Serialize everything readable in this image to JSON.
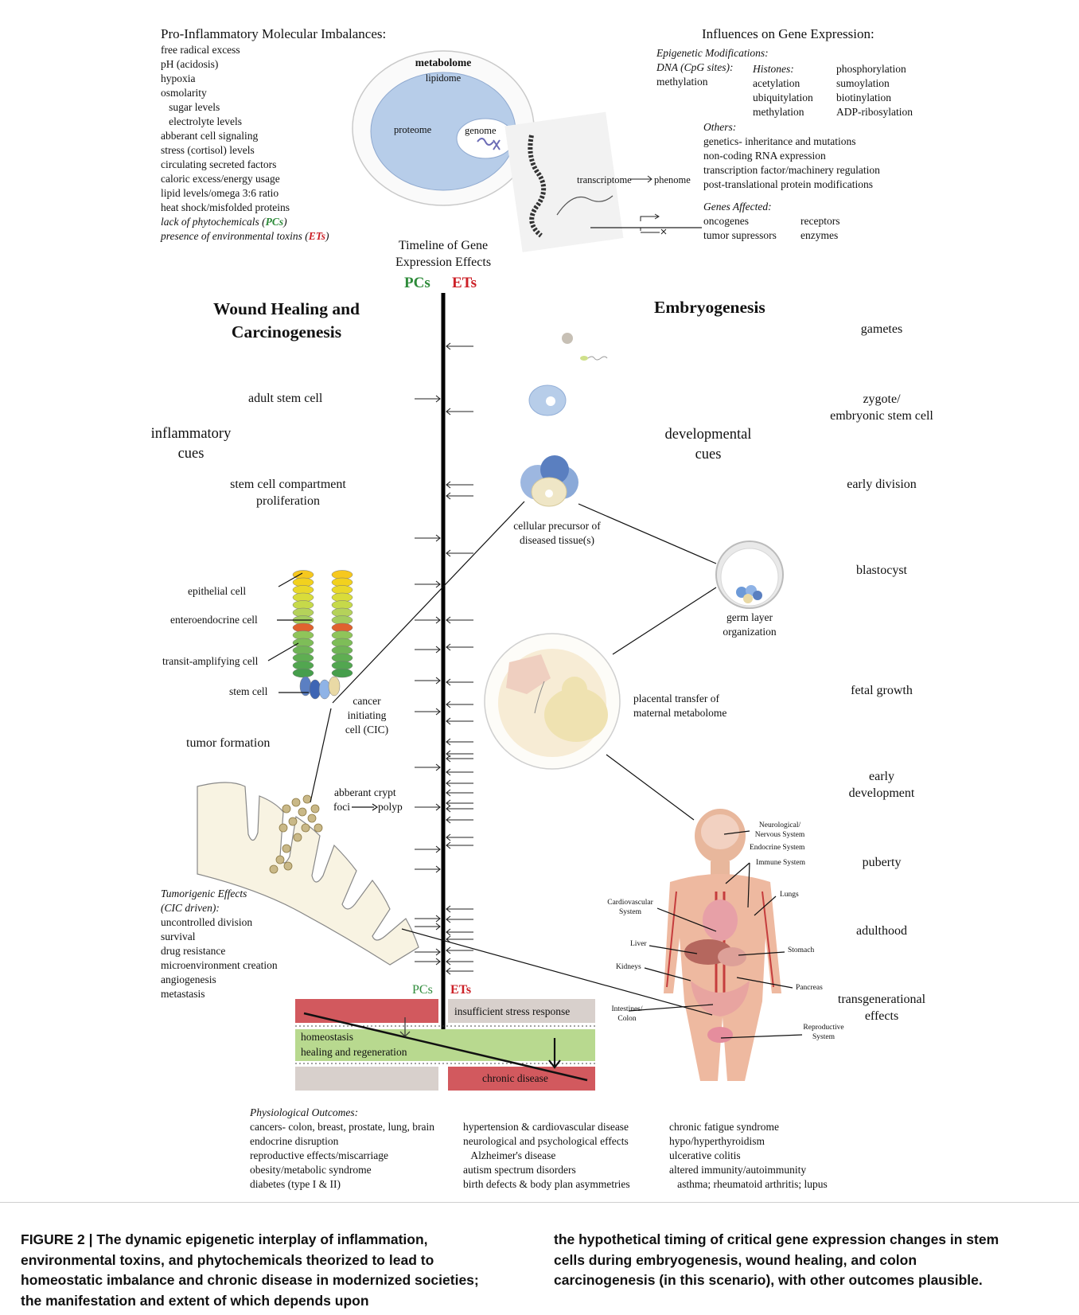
{
  "left_top": {
    "title": "Pro-Inflammatory Molecular Imbalances:",
    "items": [
      "free radical excess",
      "pH (acidosis)",
      "hypoxia",
      "osmolarity",
      "   sugar levels",
      "   electrolyte levels",
      "abberant cell signaling",
      "stress (cortisol) levels",
      "circulating secreted factors",
      "caloric excess/energy usage",
      "lipid levels/omega 3:6 ratio",
      "heat shock/misfolded proteins"
    ],
    "lack_pre": "lack of phytochemicals (",
    "lack_abbr": "PCs",
    "lack_post": ")",
    "presence_pre": "presence of environmental toxins (",
    "presence_abbr": "ETs",
    "presence_post": ")"
  },
  "cell": {
    "metabolome": "metabolome",
    "lipidome": "lipidome",
    "proteome": "proteome",
    "genome": "genome",
    "transcriptome": "transcriptome",
    "phenome": "phenome"
  },
  "right_top": {
    "title": "Influences on Gene Expression:",
    "epi": "Epigenetic Modifications:",
    "dna_label": "DNA (CpG sites):",
    "dna_item": "methylation",
    "histones_label": "Histones:",
    "histones_items": [
      "acetylation",
      "ubiquitylation",
      "methylation"
    ],
    "histones_items2": [
      "phosphorylation",
      "sumoylation",
      "biotinylation",
      "ADP-ribosylation"
    ],
    "others_label": "Others:",
    "others_items": [
      "genetics- inheritance and mutations",
      "non-coding RNA expression",
      "transcription factor/machinery regulation",
      "post-translational protein modifications"
    ],
    "genes_label": "Genes Affected:",
    "genes_col1": [
      "oncogenes",
      "tumor supressors"
    ],
    "genes_col2": [
      "receptors",
      "enzymes"
    ]
  },
  "timeline": {
    "title_line1": "Timeline of Gene",
    "title_line2": "Expression Effects",
    "pcs": "PCs",
    "ets": "ETs",
    "pcs_bottom": "PCs",
    "ets_bottom": "ETs"
  },
  "left_col": {
    "heading_line1": "Wound Healing and",
    "heading_line2": "Carcinogenesis",
    "adult_stem": "adult stem cell",
    "inflam_line1": "inflammatory",
    "inflam_line2": "cues",
    "compartment_line1": "stem cell compartment",
    "compartment_line2": "proliferation",
    "epithelial": "epithelial cell",
    "enteroendocrine": "enteroendocrine cell",
    "transit": "transit-amplifying cell",
    "stem": "stem cell",
    "cic_line1": "cancer",
    "cic_line2": "initiating",
    "cic_line3": "cell (CIC)",
    "tumor_formation": "tumor formation",
    "crypt_line1": "abberant crypt",
    "crypt_foci": "foci",
    "crypt_polyp": "polyp",
    "tumorigenic_title1": "Tumorigenic Effects",
    "tumorigenic_title2": "(CIC driven):",
    "tumorigenic_items": [
      "uncontrolled division",
      "survival",
      "drug resistance",
      "microenvironment creation",
      "angiogenesis",
      "metastasis"
    ]
  },
  "right_col": {
    "heading": "Embryogenesis",
    "stages": {
      "gametes": "gametes",
      "zygote_line1": "zygote/",
      "zygote_line2": "embryonic stem cell",
      "early_division": "early division",
      "blastocyst": "blastocyst",
      "fetal_growth": "fetal growth",
      "early_dev_line1": "early",
      "early_dev_line2": "development",
      "puberty": "puberty",
      "adulthood": "adulthood",
      "transgen_line1": "transgenerational",
      "transgen_line2": "effects"
    },
    "dev_cues_line1": "developmental",
    "dev_cues_line2": "cues",
    "precursor_line1": "cellular precursor of",
    "precursor_line2": "diseased tissue(s)",
    "germ_line1": "germ layer",
    "germ_line2": "organization",
    "placental_line1": "placental transfer of",
    "placental_line2": "maternal metabolome",
    "body_labels": {
      "neuro_line1": "Neurological/",
      "neuro_line2": "Nervous System",
      "endocrine": "Endocrine System",
      "immune": "Immune System",
      "lungs": "Lungs",
      "cardio_line1": "Cardiovascular",
      "cardio_line2": "System",
      "liver": "Liver",
      "stomach": "Stomach",
      "kidneys": "Kidneys",
      "pancreas": "Pancreas",
      "intestines_line1": "Intestines/",
      "intestines_line2": "Colon",
      "repro_line1": "Reproductive",
      "repro_line2": "System"
    }
  },
  "balance": {
    "insufficient": "insufficient stress response",
    "homeostasis": "homeostasis",
    "healing": "healing and regeneration",
    "chronic": "chronic disease"
  },
  "outcomes": {
    "title": "Physiological Outcomes:",
    "col1": [
      "cancers- colon, breast, prostate, lung, brain",
      "endocrine disruption",
      "reproductive effects/miscarriage",
      "obesity/metabolic syndrome",
      "diabetes (type I & II)"
    ],
    "col2": [
      "hypertension & cardiovascular disease",
      "neurological and psychological effects",
      "   Alzheimer's disease",
      "autism spectrum disorders",
      "birth defects & body plan asymmetries"
    ],
    "col3": [
      "chronic fatigue syndrome",
      "hypo/hyperthyroidism",
      "ulcerative colitis",
      "altered immunity/autoimmunity",
      "   asthma; rheumatoid arthritis; lupus"
    ]
  },
  "caption": {
    "label": "FIGURE 2 | ",
    "left": "The dynamic epigenetic interplay of inflammation, environmental toxins, and phytochemicals theorized to lead to homeostatic imbalance and chronic disease in modernized societies; the manifestation and extent of which depends upon",
    "right": "the hypothetical timing of critical gene expression changes in stem cells during embryogenesis, wound healing, and colon carcinogenesis (in this scenario), with other outcomes plausible."
  },
  "colors": {
    "green": "#2e8b3a",
    "red": "#cc2027",
    "green_band": "#b8d98f",
    "red_band": "#d2595e",
    "grey_band": "#d8d0cc",
    "cell_blue": "#b7cde9"
  }
}
